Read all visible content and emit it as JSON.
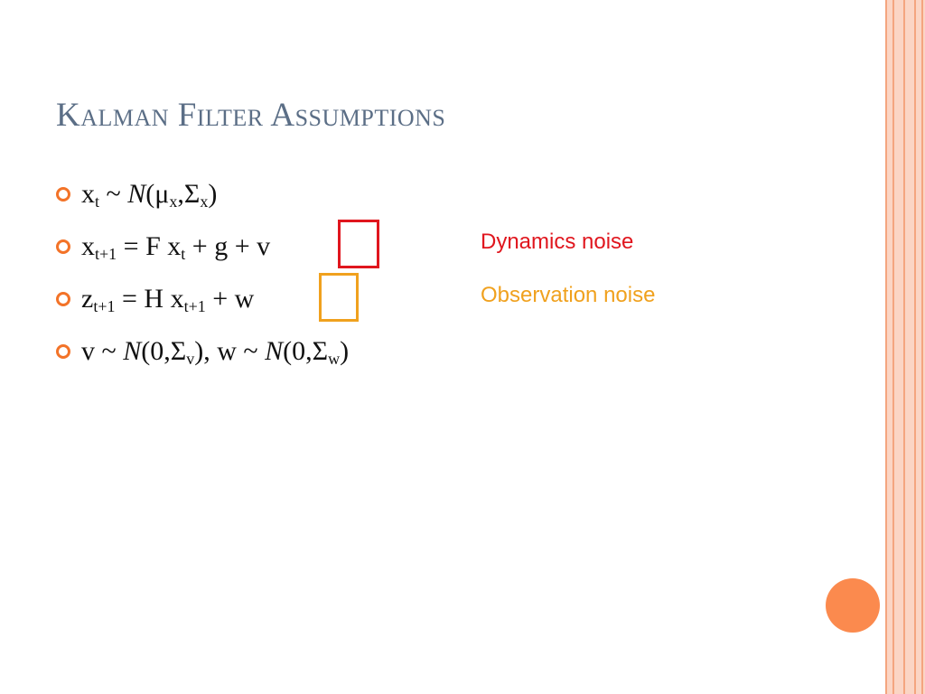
{
  "slide": {
    "title": "Kalman Filter Assumptions",
    "bullets": [
      {
        "parts": [
          {
            "t": "x"
          },
          {
            "sub": "t"
          },
          {
            "t": " ~ "
          },
          {
            "i": "N"
          },
          {
            "t": "(μ"
          },
          {
            "sub": "x"
          },
          {
            "t": ",Σ"
          },
          {
            "sub": "x"
          },
          {
            "t": ")"
          }
        ]
      },
      {
        "parts": [
          {
            "t": "x"
          },
          {
            "sub": "t+1"
          },
          {
            "t": " = F x"
          },
          {
            "sub": "t"
          },
          {
            "t": " + g + v"
          }
        ]
      },
      {
        "parts": [
          {
            "t": "z"
          },
          {
            "sub": "t+1"
          },
          {
            "t": " = H x"
          },
          {
            "sub": "t+1"
          },
          {
            "t": " + w"
          }
        ]
      },
      {
        "parts": [
          {
            "t": "v ~ "
          },
          {
            "i": "N"
          },
          {
            "t": "(0,Σ"
          },
          {
            "sub": "v"
          },
          {
            "t": "), w ~ "
          },
          {
            "i": "N"
          },
          {
            "t": "(0,Σ"
          },
          {
            "sub": "w"
          },
          {
            "t": ")"
          }
        ]
      }
    ],
    "annotations": {
      "dynamics_label": "Dynamics noise",
      "observation_label": "Observation noise"
    }
  },
  "colors": {
    "title": "#5b6e86",
    "bullet_marker": "#f37328",
    "dynamics": "#e0161e",
    "observation": "#f0a11e",
    "border": "#fbd5c4",
    "circle": "#fb8a4e"
  }
}
